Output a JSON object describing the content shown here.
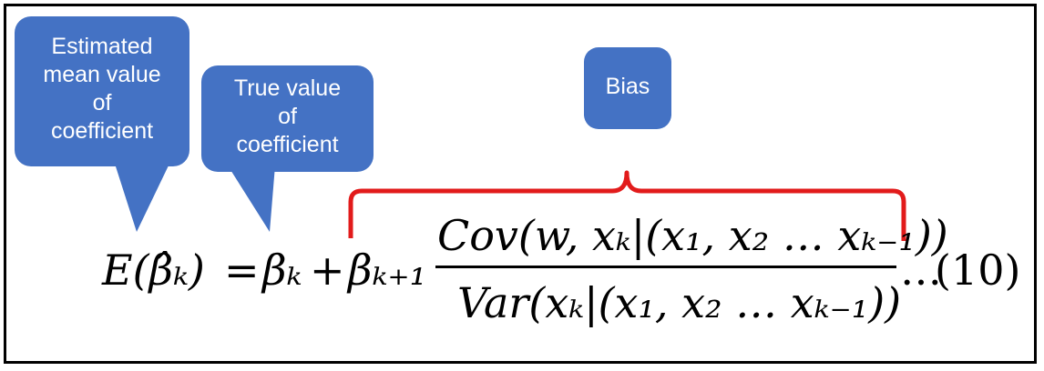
{
  "callouts": {
    "estimated": [
      "Estimated",
      "mean value",
      "of",
      "coefficient"
    ],
    "true_value": [
      "True value",
      "of",
      "coefficient"
    ],
    "bias": "Bias"
  },
  "equation": {
    "lhs": "E(β̂ₖ)",
    "equals": "=",
    "term1": "βₖ",
    "plus": "+",
    "term2": "βₖ₊₁",
    "numerator": "Cov(w, xₖ|(x₁, x₂ … xₖ₋₁))",
    "denominator": "Var(xₖ|(x₁, x₂ … xₖ₋₁))",
    "ellipsis": "…",
    "number": "(10)"
  },
  "colors": {
    "callout_fill": "#4472C4",
    "brace": "#E21B1B",
    "text": "#000000"
  }
}
